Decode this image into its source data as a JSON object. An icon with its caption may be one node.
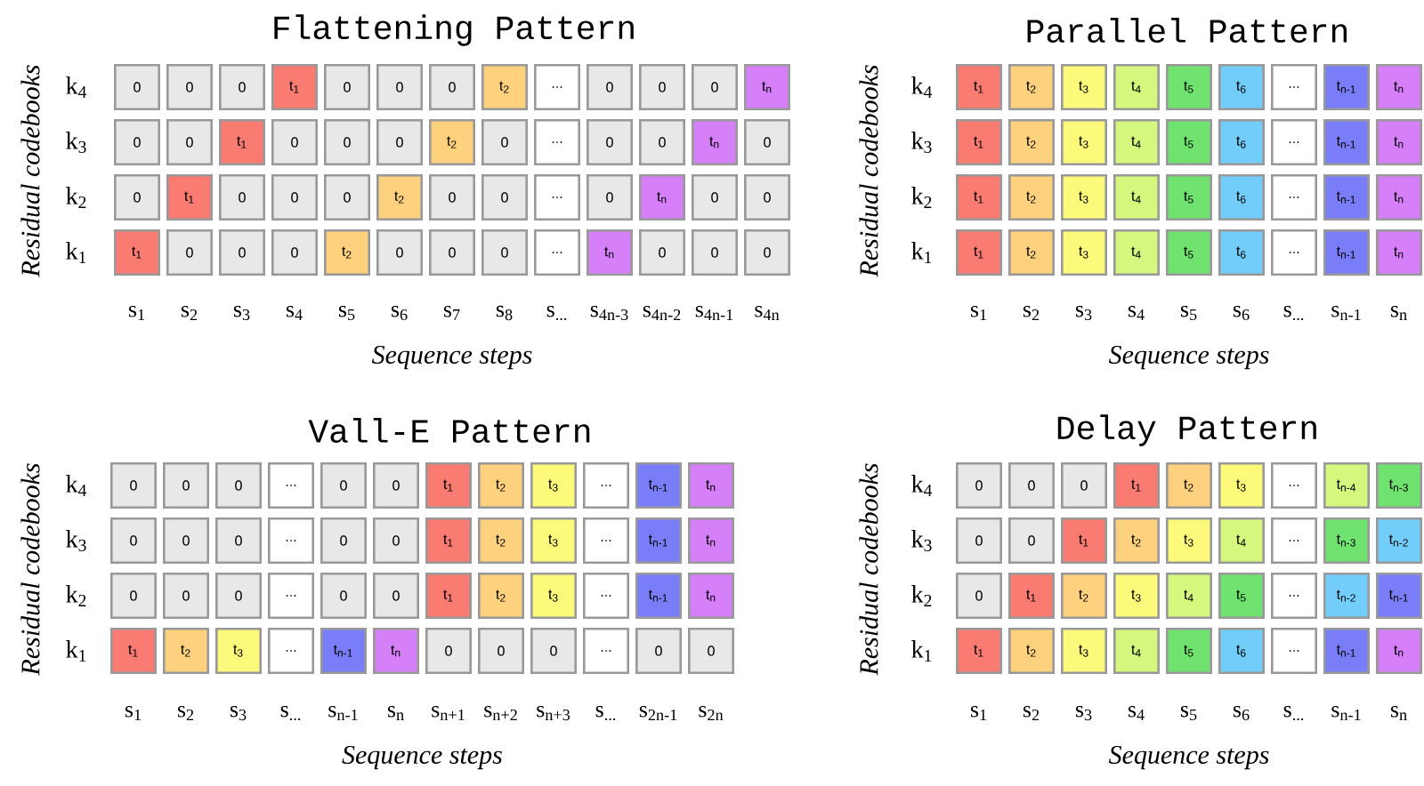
{
  "diagram": {
    "nodes": [
      {
        "text": [
          "0"
        ]
      },
      {
        "text": [
          "0"
        ]
      },
      {
        "text": [
          "0"
        ]
      },
      {
        "text": [
          "t$_{1}$"
        ]
      },
      {
        "text": [
          "0"
        ]
      },
      {
        "text": [
          "0"
        ]
      },
      {
        "text": [
          "0"
        ]
      },
      {
        "text": [
          "t$_{2}$"
        ]
      },
      {
        "text": [
          "..."
        ]
      },
      {
        "text": [
          "0"
        ]
      },
      {
        "text": [
          "0"
        ]
      },
      {
        "text": [
          "0"
        ]
      },
      {
        "text": [
          "t$_{n}$"
        ]
      },
      {
        "text": [
          "0"
        ]
      },
      {
        "text": [
          "0"
        ]
      },
      {
        "text": [
          "t$_{1}$"
        ]
      },
      {
        "text": [
          "0"
        ]
      },
      {
        "text": [
          "0"
        ]
      },
      {
        "text": [
          "0"
        ]
      },
      {
        "text": [
          "t$_{2}$"
        ]
      },
      {
        "text": [
          "0"
        ]
      },
      {
        "text": [
          "..."
        ]
      },
      {
        "text": [
          "0"
        ]
      },
      {
        "text": [
          "0"
        ]
      },
      {
        "text": [
          "t$_{n}$"
        ]
      },
      {
        "text": [
          "0"
        ]
      },
      {
        "text": [
          "0"
        ]
      },
      {
        "text": [
          "t$_{1}$"
        ]
      },
      {
        "text": [
          "0"
        ]
      },
      {
        "text": [
          "0"
        ]
      },
      {
        "text": [
          "0"
        ]
      },
      {
        "text": [
          "t$_{2}$"
        ]
      },
      {
        "text": [
          "0"
        ]
      },
      {
        "text": [
          "0"
        ]
      },
      {
        "text": [
          "..."
        ]
      },
      {
        "text": [
          "0"
        ]
      },
      {
        "text": [
          "t$_{n}$"
        ]
      },
      {
        "text": [
          "0"
        ]
      },
      {
        "text": [
          "0"
        ]
      },
      {
        "text": [
          "t$_{1}$"
        ]
      },
      {
        "text": [
          "0"
        ]
      },
      {
        "text": [
          "0"
        ]
      },
      {
        "text": [
          "0"
        ]
      },
      {
        "text": [
          "t$_{2}$"
        ]
      },
      {
        "text": [
          "0"
        ]
      },
      {
        "text": [
          "0"
        ]
      },
      {
        "text": [
          "0"
        ]
      },
      {
        "text": [
          "..."
        ]
      },
      {
        "text": [
          "t$_{n}$"
        ]
      },
      {
        "text": [
          "0"
        ]
      },
      {
        "text": [
          "0"
        ]
      },
      {
        "text": [
          "0"
        ]
      },
      {
        "text": [
          "t$_{1}$"
        ]
      },
      {
        "text": [
          "t$_{2}$"
        ]
      },
      {
        "text": [
          "t$_{3}$"
        ]
      },
      {
        "text": [
          "t$_{4}$"
        ]
      },
      {
        "text": [
          "t$_{5}$"
        ]
      },
      {
        "text": [
          "t$_{6}$"
        ]
      },
      {
        "text": [
          "..."
        ]
      },
      {
        "text": [
          "t$_{n-1}$"
        ]
      },
      {
        "text": [
          "t$_{n}$"
        ]
      },
      {
        "text": [
          "t$_{1}$"
        ]
      },
      {
        "text": [
          "t$_{2}$"
        ]
      },
      {
        "text": [
          "t$_{3}$"
        ]
      },
      {
        "text": [
          "t$_{4}$"
        ]
      },
      {
        "text": [
          "t$_{5}$"
        ]
      },
      {
        "text": [
          "t$_{6}$"
        ]
      },
      {
        "text": [
          "..."
        ]
      },
      {
        "text": [
          "t$_{n-1}$"
        ]
      },
      {
        "text": [
          "t$_{n}$"
        ]
      },
      {
        "text": [
          "t$_{1}$"
        ]
      },
      {
        "text": [
          "t$_{2}$"
        ]
      },
      {
        "text": [
          "t$_{3}$"
        ]
      },
      {
        "text": [
          "t$_{4}$"
        ]
      },
      {
        "text": [
          "t$_{5}$"
        ]
      },
      {
        "text": [
          "t$_{6}$"
        ]
      },
      {
        "text": [
          "..."
        ]
      },
      {
        "text": [
          "t$_{n-1}$"
        ]
      },
      {
        "text": [
          "t$_{n}$"
        ]
      },
      {
        "text": [
          "t$_{1}$"
        ]
      },
      {
        "text": [
          "t$_{2}$"
        ]
      },
      {
        "text": [
          "t$_{3}$"
        ]
      },
      {
        "text": [
          "t$_{4}$"
        ]
      },
      {
        "text": [
          "t$_{5}$"
        ]
      },
      {
        "text": [
          "t$_{6}$"
        ]
      },
      {
        "text": [
          "..."
        ]
      },
      {
        "text": [
          "t$_{n-1}$"
        ]
      },
      {
        "text": [
          "t$_{n}$"
        ]
      },
      {
        "text": [
          "0"
        ]
      },
      {
        "text": [
          "0"
        ]
      },
      {
        "text": [
          "0"
        ]
      },
      {
        "text": [
          "..."
        ]
      },
      {
        "text": [
          "0"
        ]
      },
      {
        "text": [
          "0"
        ]
      },
      {
        "text": [
          "t$_{1}$"
        ]
      },
      {
        "text": [
          "t$_{2}$"
        ]
      },
      {
        "text": [
          "t$_{3}$"
        ]
      },
      {
        "text": [
          "..."
        ]
      },
      {
        "text": [
          "t$_{n-1}$"
        ]
      },
      {
        "text": [
          "t$_{n}$"
        ]
      },
      {
        "text": [
          "0"
        ]
      },
      {
        "text": [
          "0"
        ]
      },
      {
        "text": [
          "0"
        ]
      },
      {
        "text": [
          "..."
        ]
      },
      {
        "text": [
          "0"
        ]
      },
      {
        "text": [
          "0"
        ]
      },
      {
        "text": [
          "t$_{1}$"
        ]
      },
      {
        "text": [
          "t$_{2}$"
        ]
      },
      {
        "text": [
          "t$_{3}$"
        ]
      },
      {
        "text": [
          "..."
        ]
      },
      {
        "text": [
          "t$_{n-1}$"
        ]
      },
      {
        "text": [
          "t$_{n}$"
        ]
      },
      {
        "text": [
          "0"
        ]
      },
      {
        "text": [
          "0"
        ]
      },
      {
        "text": [
          "0"
        ]
      },
      {
        "text": [
          "..."
        ]
      },
      {
        "text": [
          "0"
        ]
      },
      {
        "text": [
          "0"
        ]
      },
      {
        "text": [
          "t$_{1}$"
        ]
      },
      {
        "text": [
          "t$_{2}$"
        ]
      },
      {
        "text": [
          "t$_{3}$"
        ]
      },
      {
        "text": [
          "..."
        ]
      },
      {
        "text": [
          "t$_{n-1}$"
        ]
      },
      {
        "text": [
          "t$_{n}$"
        ]
      },
      {
        "text": [
          "t$_{1}$"
        ]
      },
      {
        "text": [
          "t$_{2}$"
        ]
      },
      {
        "text": [
          "t$_{3}$"
        ]
      },
      {
        "text": [
          "..."
        ]
      },
      {
        "text": [
          "t$_{n-1}$"
        ]
      },
      {
        "text": [
          "t$_{n}$"
        ]
      },
      {
        "text": [
          "0"
        ]
      },
      {
        "text": [
          "0"
        ]
      },
      {
        "text": [
          "0"
        ]
      },
      {
        "text": [
          "..."
        ]
      },
      {
        "text": [
          "0"
        ]
      },
      {
        "text": [
          "0"
        ]
      },
      {
        "text": [
          "0"
        ]
      },
      {
        "text": [
          "0"
        ]
      },
      {
        "text": [
          "0"
        ]
      },
      {
        "text": [
          "t$_{1}$"
        ]
      },
      {
        "text": [
          "t$_{2}$"
        ]
      },
      {
        "text": [
          "t$_{3}$"
        ]
      },
      {
        "text": [
          "..."
        ]
      },
      {
        "text": [
          "t$_{n-4}$"
        ]
      },
      {
        "text": [
          "t$_{n-3}$"
        ]
      },
      {
        "text": [
          "0"
        ]
      },
      {
        "text": [
          "0"
        ]
      },
      {
        "text": [
          "t$_{1}$"
        ]
      },
      {
        "text": [
          "t$_{2}$"
        ]
      },
      {
        "text": [
          "t$_{3}$"
        ]
      },
      {
        "text": [
          "t$_{4}$"
        ]
      },
      {
        "text": [
          "..."
        ]
      },
      {
        "text": [
          "t$_{n-3}$"
        ]
      },
      {
        "text": [
          "t$_{n-2}$"
        ]
      },
      {
        "text": [
          "0"
        ]
      },
      {
        "text": [
          "t$_{1}$"
        ]
      },
      {
        "text": [
          "t$_{2}$"
        ]
      },
      {
        "text": [
          "t$_{3}$"
        ]
      },
      {
        "text": [
          "t$_{4}$"
        ]
      },
      {
        "text": [
          "t$_{5}$"
        ]
      },
      {
        "text": [
          "..."
        ]
      },
      {
        "text": [
          "t$_{n-2}$"
        ]
      },
      {
        "text": [
          "t$_{n-1}$"
        ]
      },
      {
        "text": [
          "t$_{1}$"
        ]
      },
      {
        "text": [
          "t$_{2}$"
        ]
      },
      {
        "text": [
          "t$_{3}$"
        ]
      },
      {
        "text": [
          "t$_{4}$"
        ]
      },
      {
        "text": [
          "t$_{5}$"
        ]
      },
      {
        "text": [
          "t$_{6}$"
        ]
      },
      {
        "text": [
          "..."
        ]
      },
      {
        "text": [
          "t$_{n-1}$"
        ]
      },
      {
        "text": [
          "t$_{n}$"
        ]
      }
    ],
    "labels": [
      "Flattening Pattern",
      "Residual codebooks",
      "k$_{4}$",
      "k$_{3}$",
      "k$_{2}$",
      "k$_{1}$",
      "s$_{1}$",
      "s$_{2}$",
      "s$_{3}$",
      "s$_{4}$",
      "s$_{5}$",
      "s$_{6}$",
      "s$_{7}$",
      "s$_{8}$",
      "s$_{...}$",
      "s$_{4n-3}$",
      "s$_{4n-2}$",
      "s$_{4n-1}$",
      "s$_{4n}$",
      "Sequence steps",
      "Parallel Pattern",
      "Residual codebooks",
      "k$_{4}$",
      "k$_{3}$",
      "k$_{2}$",
      "k$_{1}$",
      "s$_{1}$",
      "s$_{2}$",
      "s$_{3}$",
      "s$_{4}$",
      "s$_{5}$",
      "s$_{6}$",
      "s$_{...}$",
      "s$_{n-1}$",
      "s$_{n}$",
      "Sequence steps",
      "Vall-E Pattern",
      "Residual codebooks",
      "k$_{4}$",
      "k$_{3}$",
      "k$_{2}$",
      "k$_{1}$",
      "s$_{1}$",
      "s$_{2}$",
      "s$_{3}$",
      "s$_{...}$",
      "s$_{n-1}$",
      "s$_{n}$",
      "s$_{n+1}$",
      "s$_{n+2}$",
      "s$_{n+3}$",
      "s$_{...}$",
      "s$_{2n-1}$",
      "s$_{2n}$",
      "Sequence steps",
      "Delay Pattern",
      "Residual codebooks",
      "k$_{4}$",
      "k$_{3}$",
      "k$_{2}$",
      "k$_{1}$",
      "s$_{1}$",
      "s$_{2}$",
      "s$_{3}$",
      "s$_{4}$",
      "s$_{5}$",
      "s$_{6}$",
      "s$_{...}$",
      "s$_{n-1}$",
      "s$_{n}$",
      "Sequence steps"
    ]
  }
}
